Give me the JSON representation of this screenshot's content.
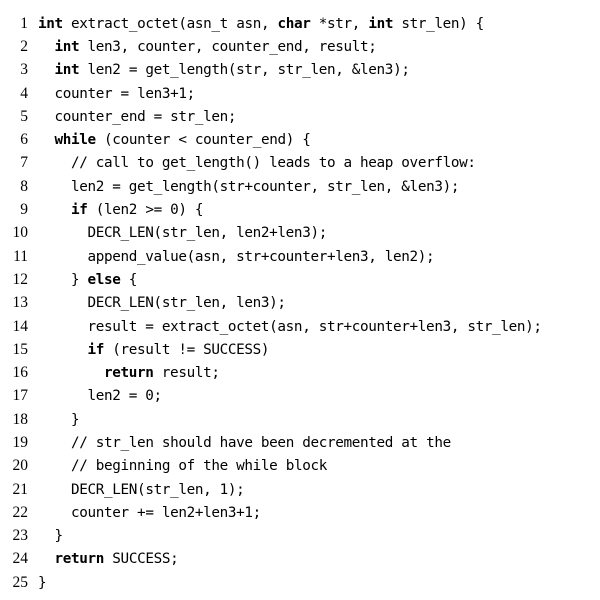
{
  "code_listing": {
    "lines": [
      {
        "number": "1",
        "indent": 0,
        "parts": [
          {
            "kw": true,
            "t": "int"
          },
          {
            "t": " extract_octet(asn_t asn, "
          },
          {
            "kw": true,
            "t": "char"
          },
          {
            "t": " *str, "
          },
          {
            "kw": true,
            "t": "int"
          },
          {
            "t": " str_len) {"
          }
        ]
      },
      {
        "number": "2",
        "indent": 1,
        "parts": [
          {
            "kw": true,
            "t": "int"
          },
          {
            "t": " len3, counter, counter_end, result;"
          }
        ]
      },
      {
        "number": "3",
        "indent": 1,
        "parts": [
          {
            "kw": true,
            "t": "int"
          },
          {
            "t": " len2 = get_length(str, str_len, &len3);"
          }
        ]
      },
      {
        "number": "4",
        "indent": 1,
        "parts": [
          {
            "t": "counter = len3+1;"
          }
        ]
      },
      {
        "number": "5",
        "indent": 1,
        "parts": [
          {
            "t": "counter_end = str_len;"
          }
        ]
      },
      {
        "number": "6",
        "indent": 1,
        "parts": [
          {
            "kw": true,
            "t": "while"
          },
          {
            "t": " (counter < counter_end) {"
          }
        ]
      },
      {
        "number": "7",
        "indent": 2,
        "parts": [
          {
            "t": "// call to get_length() leads to a heap overflow:"
          }
        ]
      },
      {
        "number": "8",
        "indent": 2,
        "parts": [
          {
            "t": "len2 = get_length(str+counter, str_len, &len3);"
          }
        ]
      },
      {
        "number": "9",
        "indent": 2,
        "parts": [
          {
            "kw": true,
            "t": "if"
          },
          {
            "t": " (len2 >= 0) {"
          }
        ]
      },
      {
        "number": "10",
        "indent": 3,
        "parts": [
          {
            "t": "DECR_LEN(str_len, len2+len3);"
          }
        ]
      },
      {
        "number": "11",
        "indent": 3,
        "parts": [
          {
            "t": "append_value(asn, str+counter+len3, len2);"
          }
        ]
      },
      {
        "number": "12",
        "indent": 2,
        "parts": [
          {
            "t": "} "
          },
          {
            "kw": true,
            "t": "else"
          },
          {
            "t": " {"
          }
        ]
      },
      {
        "number": "13",
        "indent": 3,
        "parts": [
          {
            "t": "DECR_LEN(str_len, len3);"
          }
        ]
      },
      {
        "number": "14",
        "indent": 3,
        "parts": [
          {
            "t": "result = extract_octet(asn, str+counter+len3, str_len);"
          }
        ]
      },
      {
        "number": "15",
        "indent": 3,
        "parts": [
          {
            "kw": true,
            "t": "if"
          },
          {
            "t": " (result != SUCCESS)"
          }
        ]
      },
      {
        "number": "16",
        "indent": 4,
        "parts": [
          {
            "kw": true,
            "t": "return"
          },
          {
            "t": " result;"
          }
        ]
      },
      {
        "number": "17",
        "indent": 3,
        "parts": [
          {
            "t": "len2 = 0;"
          }
        ]
      },
      {
        "number": "18",
        "indent": 2,
        "parts": [
          {
            "t": "}"
          }
        ]
      },
      {
        "number": "19",
        "indent": 2,
        "parts": [
          {
            "t": "// str_len should have been decremented at the"
          }
        ]
      },
      {
        "number": "20",
        "indent": 2,
        "parts": [
          {
            "t": "// beginning of the while block"
          }
        ]
      },
      {
        "number": "21",
        "indent": 2,
        "parts": [
          {
            "t": "DECR_LEN(str_len, 1);"
          }
        ]
      },
      {
        "number": "22",
        "indent": 2,
        "parts": [
          {
            "t": "counter += len2+len3+1;"
          }
        ]
      },
      {
        "number": "23",
        "indent": 1,
        "parts": [
          {
            "t": "}"
          }
        ]
      },
      {
        "number": "24",
        "indent": 1,
        "parts": [
          {
            "kw": true,
            "t": "return"
          },
          {
            "t": " SUCCESS;"
          }
        ]
      },
      {
        "number": "25",
        "indent": 0,
        "parts": [
          {
            "t": "}"
          }
        ]
      }
    ]
  }
}
